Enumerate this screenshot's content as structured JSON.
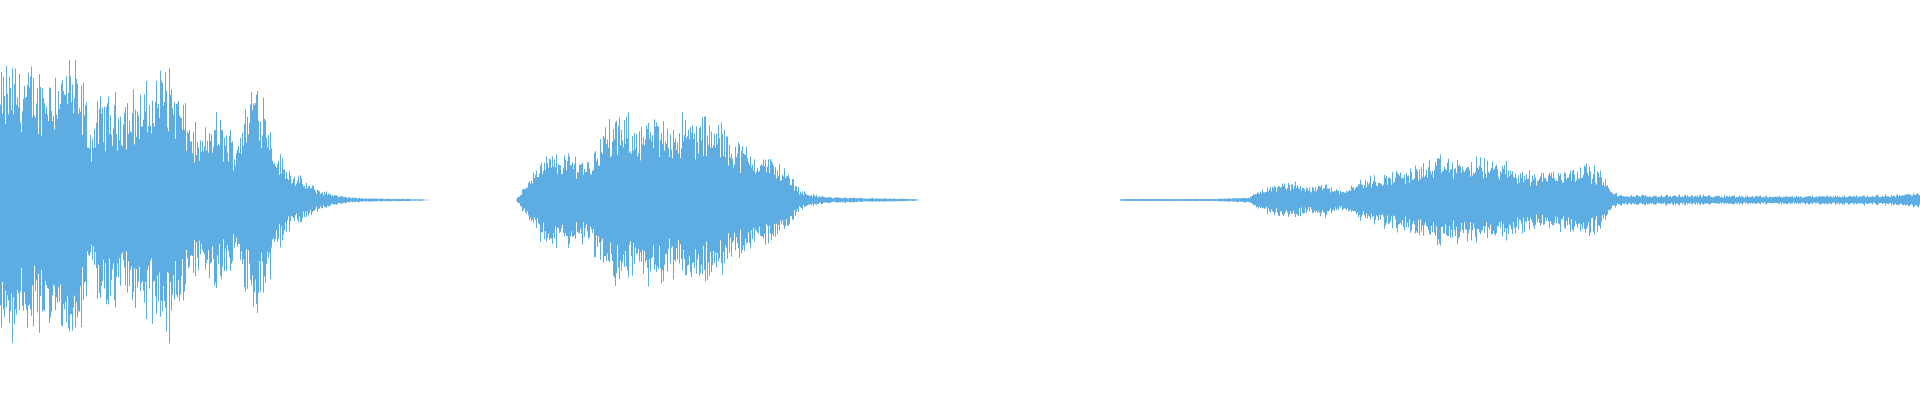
{
  "waveform": {
    "color": "#5dade2",
    "background": "#ffffff",
    "segments": [
      {
        "name": "segment-1",
        "start": 0.0,
        "end": 0.23
      },
      {
        "name": "segment-2",
        "start": 0.27,
        "end": 0.48
      },
      {
        "name": "segment-3",
        "start": 0.585,
        "end": 1.0
      }
    ]
  }
}
